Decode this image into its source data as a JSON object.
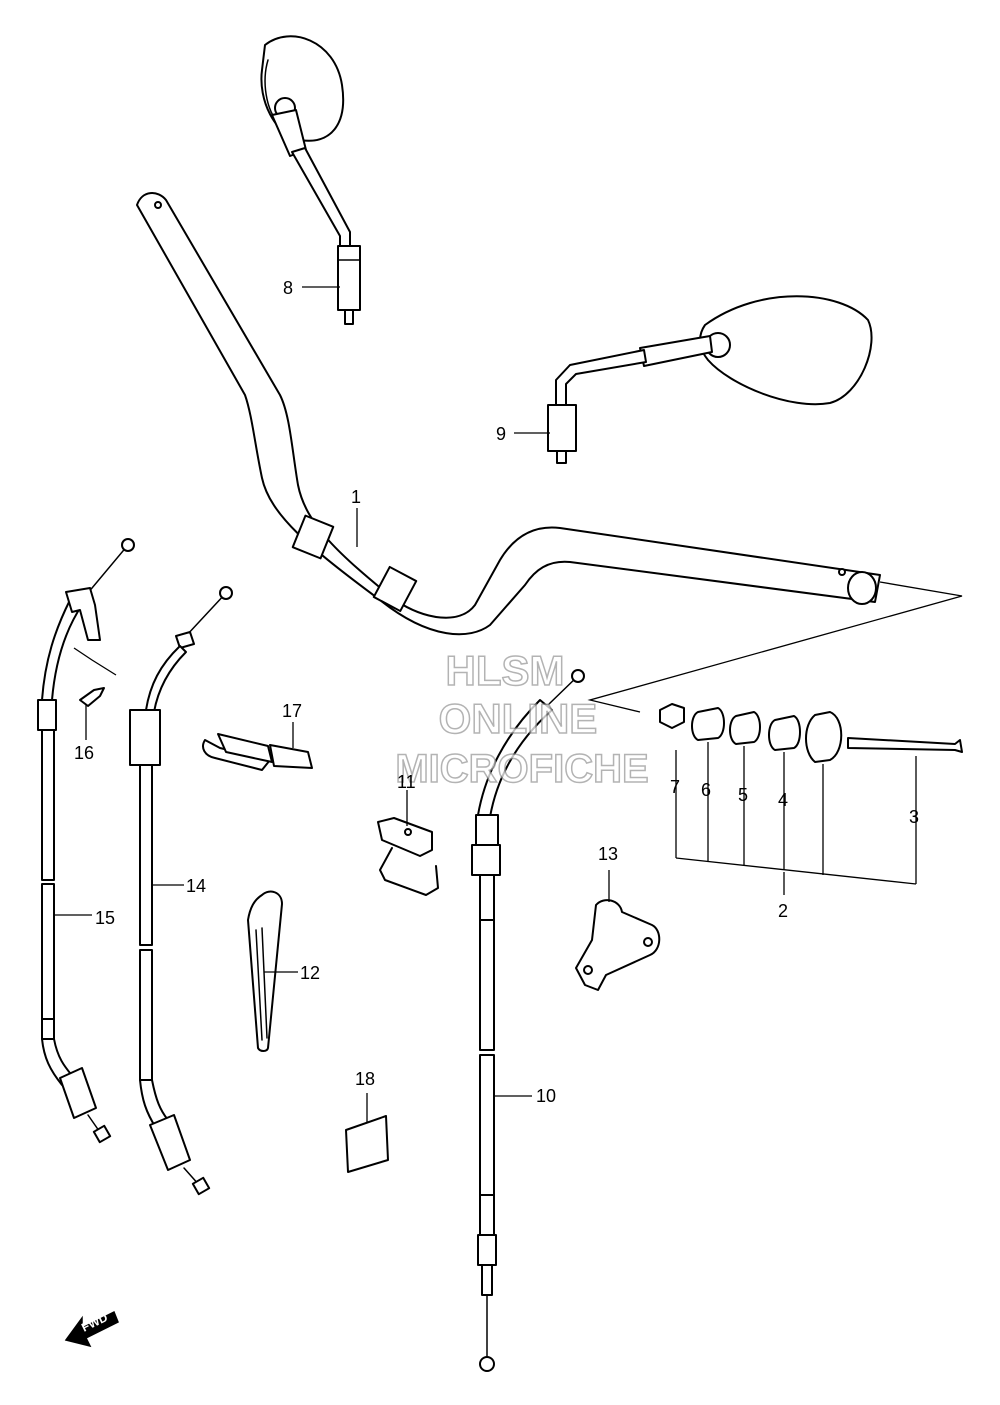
{
  "watermark": {
    "line1": "HLSM",
    "line2": "ONLINE",
    "line3": "MICROFICHE"
  },
  "callouts": [
    "1",
    "2",
    "3",
    "4",
    "5",
    "6",
    "7",
    "8",
    "9",
    "10",
    "11",
    "12",
    "13",
    "14",
    "15",
    "16",
    "17",
    "18"
  ],
  "fwd_label": "FWD",
  "colors": {
    "line": "#000000",
    "background": "#ffffff",
    "watermark": "#9a9a9a"
  }
}
